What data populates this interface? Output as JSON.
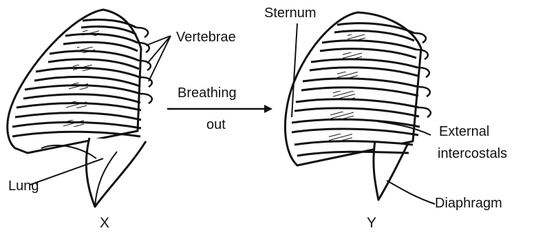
{
  "diagram": {
    "labels": {
      "vertebrae": "Vertebrae",
      "lung": "Lung",
      "arrow_line1": "Breathing",
      "arrow_line2": "out",
      "sternum": "Sternum",
      "external_line1": "External",
      "external_line2": "intercostals",
      "diaphragm": "Diaphragm"
    },
    "captions": {
      "left": "X",
      "right": "Y"
    }
  }
}
